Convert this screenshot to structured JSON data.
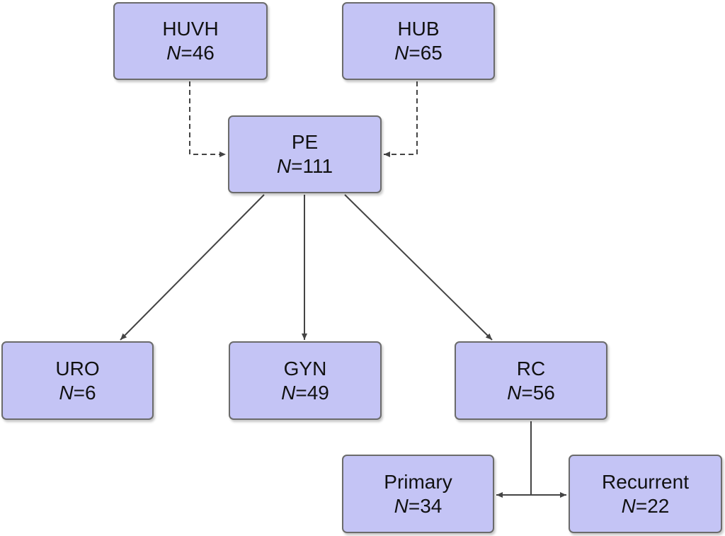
{
  "diagram": {
    "nodes": [
      {
        "id": "huvh",
        "name": "HUVH",
        "n_label": "N",
        "n_value": "=46"
      },
      {
        "id": "hub",
        "name": "HUB",
        "n_label": "N",
        "n_value": "=65"
      },
      {
        "id": "pe",
        "name": "PE",
        "n_label": "N",
        "n_value": "=111"
      },
      {
        "id": "uro",
        "name": "URO",
        "n_label": "N",
        "n_value": "=6"
      },
      {
        "id": "gyn",
        "name": "GYN",
        "n_label": "N",
        "n_value": "=49"
      },
      {
        "id": "rc",
        "name": "RC",
        "n_label": "N",
        "n_value": "=56"
      },
      {
        "id": "primary",
        "name": "Primary",
        "n_label": "N",
        "n_value": "=34"
      },
      {
        "id": "recurrent",
        "name": "Recurrent",
        "n_label": "N",
        "n_value": "=22"
      }
    ],
    "edges": [
      {
        "from": "huvh",
        "to": "pe",
        "style": "dashed"
      },
      {
        "from": "hub",
        "to": "pe",
        "style": "dashed"
      },
      {
        "from": "pe",
        "to": "uro",
        "style": "solid"
      },
      {
        "from": "pe",
        "to": "gyn",
        "style": "solid"
      },
      {
        "from": "pe",
        "to": "rc",
        "style": "solid"
      },
      {
        "from": "rc",
        "to": "primary",
        "style": "solid"
      },
      {
        "from": "rc",
        "to": "recurrent",
        "style": "solid"
      }
    ],
    "colors": {
      "node_fill": "#c4c4f5",
      "node_border": "#6b6b6b",
      "connector": "#444444"
    }
  }
}
